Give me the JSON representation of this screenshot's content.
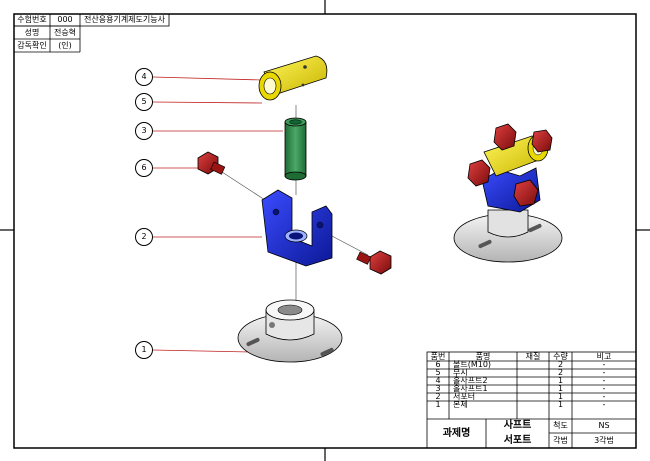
{
  "header_block": {
    "rows": [
      {
        "label": "수험번호",
        "value": "000",
        "extra": "전산응용기계제도기능사"
      },
      {
        "label": "성명",
        "value": "전승혁"
      },
      {
        "label": "감독확인",
        "value": "(인)"
      }
    ]
  },
  "balloons": [
    {
      "num": "4"
    },
    {
      "num": "5"
    },
    {
      "num": "3"
    },
    {
      "num": "6"
    },
    {
      "num": "2"
    },
    {
      "num": "1"
    }
  ],
  "parts_list": {
    "headers": [
      "품번",
      "품명",
      "재질",
      "수량",
      "비고"
    ],
    "rows": [
      {
        "no": "6",
        "name": "볼트(M10)",
        "material": "",
        "qty": "2",
        "note": "-"
      },
      {
        "no": "5",
        "name": "부시",
        "material": "",
        "qty": "2",
        "note": "-"
      },
      {
        "no": "4",
        "name": "홀사프트2",
        "material": "",
        "qty": "1",
        "note": "-"
      },
      {
        "no": "3",
        "name": "홀사프트1",
        "material": "",
        "qty": "1",
        "note": "-"
      },
      {
        "no": "2",
        "name": "서포터",
        "material": "",
        "qty": "1",
        "note": "-"
      },
      {
        "no": "1",
        "name": "본체",
        "material": "",
        "qty": "1",
        "note": "-"
      }
    ]
  },
  "title_block": {
    "project_label": "과제명",
    "name_line1": "사프트",
    "name_line2": "서포트",
    "scale_label": "척도",
    "scale_value": "NS",
    "projection_label": "각법",
    "projection_value": "3각법"
  },
  "colors": {
    "yellow_part": "#f2e21a",
    "green_part": "#2f8a4a",
    "blue_part": "#1c2fd6",
    "red_part": "#c01818",
    "base_part": "#d9d9d9",
    "leader_line": "#c02020"
  }
}
